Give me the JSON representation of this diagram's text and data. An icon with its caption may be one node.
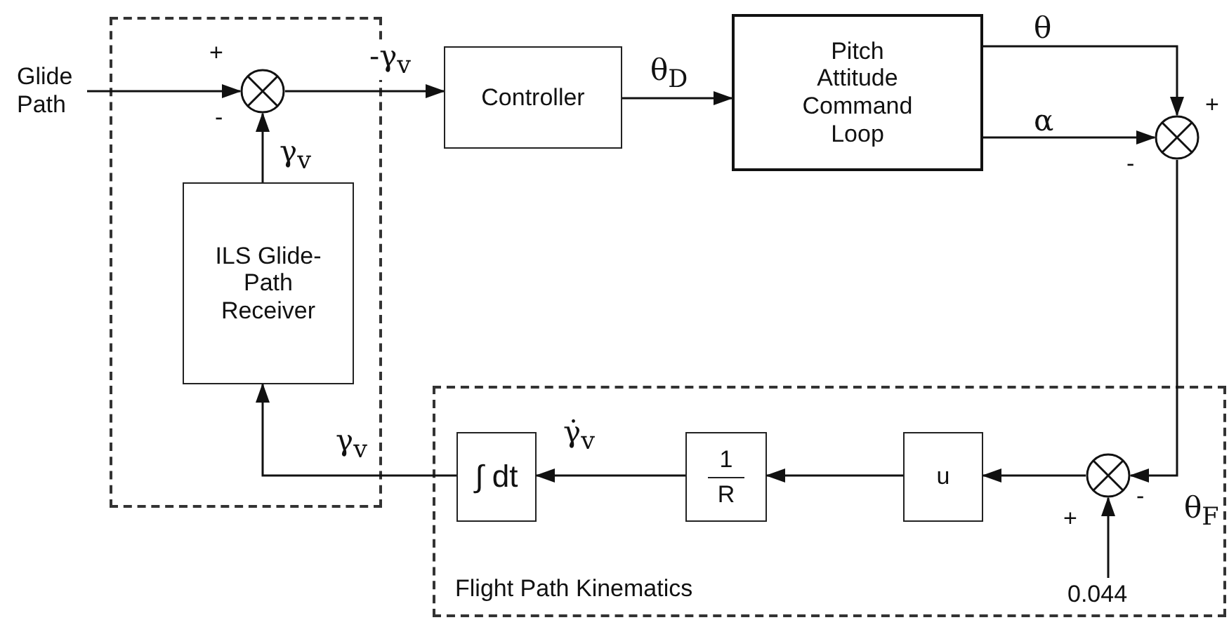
{
  "diagram": {
    "nodes": [
      {
        "text": [
          "Glide Path"
        ]
      },
      {
        "text": [],
        "shape": "box"
      },
      {
        "text": [],
        "shape": "circle",
        "in": 1,
        "beside": [
          "+",
          "-"
        ]
      },
      {
        "text": [
          "ILS Glide-Path Receiver"
        ],
        "in": 1
      },
      {
        "text": [
          "Controller"
        ]
      },
      {
        "text": [
          "Pitch Attitude Command Loop"
        ]
      },
      {
        "text": [],
        "shape": "circle",
        "beside": [
          "+",
          "-"
        ]
      },
      {
        "text": [
          "Flight Path Kinematics"
        ]
      },
      {
        "text": [
          "∫ dt"
        ],
        "in": 7
      },
      {
        "text": [
          "1",
          "R"
        ],
        "in": 7
      },
      {
        "text": [
          "u"
        ],
        "in": 7
      },
      {
        "text": [],
        "shape": "circle",
        "in": 7,
        "beside": [
          "-",
          "+"
        ]
      },
      {
        "text": [
          "0.044"
        ],
        "in": 7
      }
    ],
    "edges": [
      {
        "from": 0,
        "to": 2,
        "arrow": "to"
      },
      {
        "from": 2,
        "to": 4,
        "arrow": "to",
        "label": "-γ$_{v}$"
      },
      {
        "from": 3,
        "to": 2,
        "arrow": "to",
        "label": "γ$_{v}$"
      },
      {
        "from": 4,
        "to": 5,
        "arrow": "to",
        "label": "θ$_{D}$"
      },
      {
        "from": 5,
        "to": 6,
        "arrow": "to",
        "label": "θ"
      },
      {
        "from": 5,
        "to": 6,
        "arrow": "to",
        "label": "α"
      },
      {
        "from": 6,
        "to": 11,
        "arrow": "to",
        "label": "θ$_{F}$"
      },
      {
        "from": 12,
        "to": 11,
        "arrow": "to"
      },
      {
        "from": 11,
        "to": 10,
        "arrow": "to"
      },
      {
        "from": 10,
        "to": 9,
        "arrow": "to"
      },
      {
        "from": 9,
        "to": 8,
        "arrow": "to",
        "label": "γ̇$_{v}$"
      },
      {
        "from": 8,
        "to": 3,
        "arrow": "to",
        "label": "γ$_{v}$"
      }
    ]
  }
}
